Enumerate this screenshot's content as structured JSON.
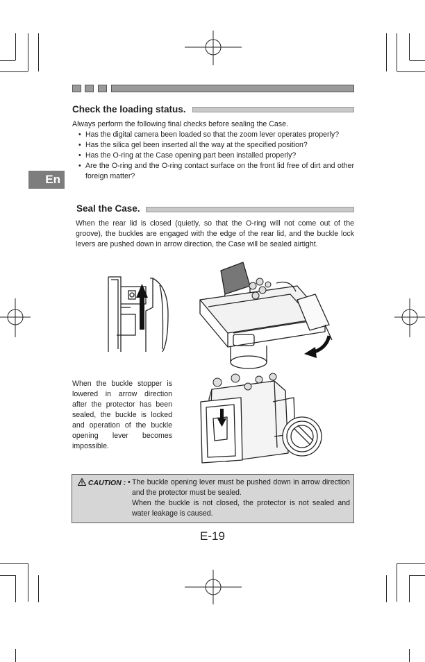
{
  "language_tab": "En",
  "section1": {
    "title": "Check the loading status.",
    "intro": "Always perform the following final checks before sealing the Case.",
    "bullets": [
      "Has the digital camera been loaded so that the zoom lever operates properly?",
      "Has the silica gel been inserted all the way at the specified position?",
      "Has the O-ring at the Case opening part been installed properly?",
      "Are the O-ring and the O-ring contact surface on the front lid free of dirt and other foreign matter?"
    ]
  },
  "section2": {
    "title": "Seal the Case.",
    "body": "When the rear lid is closed (quietly, so that the O-ring will not come out of the groove), the buckles are engaged with the edge of the rear lid, and the buckle lock levers are pushed down in arrow direction, the Case will be sealed airtight."
  },
  "buckle_caption": "When the buckle stopper is lowered in arrow direction after the protector has been sealed, the buckle is locked and operation of the buckle opening lever becomes impossible.",
  "caution": {
    "label": "CAUTION :",
    "line1": "The buckle opening lever must be pushed down in arrow direction and the protector must be sealed.",
    "line2": "When the buckle is not closed, the protector is not sealed and water leakage is caused."
  },
  "page_number": "E-19",
  "icons": {
    "caution": "warning-triangle-icon",
    "registration": "crosshair-registration-icon"
  }
}
